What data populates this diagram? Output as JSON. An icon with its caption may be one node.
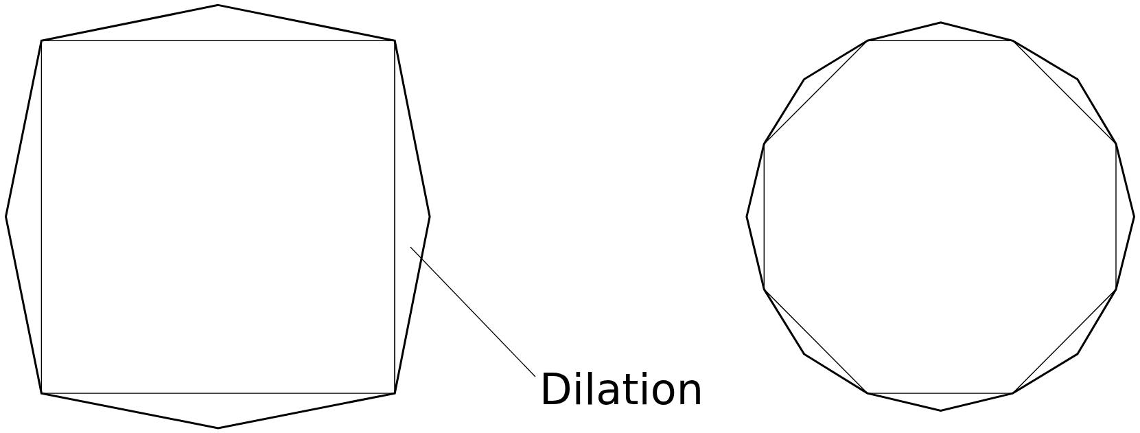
{
  "diagram": {
    "nodes": [
      {
        "text": [
          "Dilation"
        ]
      },
      {
        "text": [],
        "shape": "triangle"
      }
    ],
    "edges": [
      {
        "from": 0,
        "to": 1,
        "arrow": "none"
      }
    ]
  }
}
